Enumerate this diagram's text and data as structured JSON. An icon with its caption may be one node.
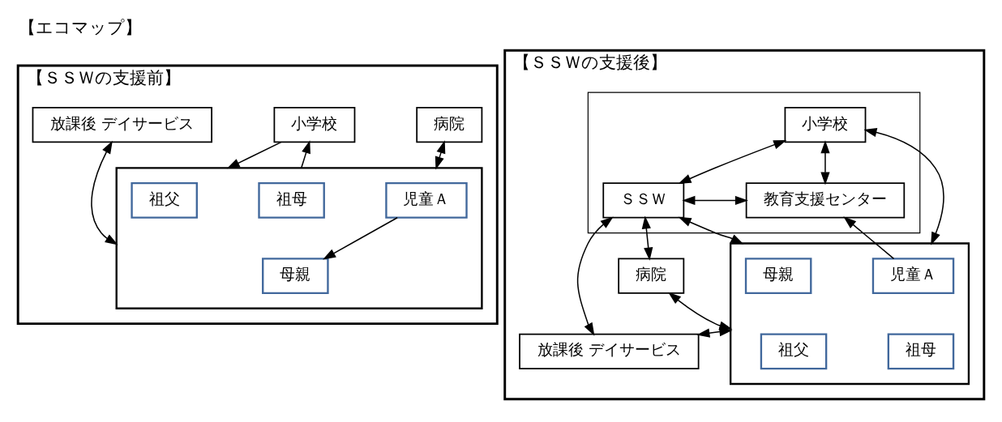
{
  "diagram": {
    "title": "【エコマップ】",
    "nodes": [
      {
        "text": [
          "【ＳＳＷの支援前】"
        ]
      },
      {
        "text": [
          "病院"
        ],
        "in": 0
      },
      {
        "text": [
          "小学校"
        ],
        "in": 0
      },
      {
        "text": [
          "放課後 デイサービス"
        ],
        "in": 0
      },
      {
        "text": [],
        "shape": "box",
        "in": 0
      },
      {
        "text": [
          "児童Ａ"
        ],
        "in": 4
      },
      {
        "text": [
          "祖父"
        ],
        "in": 4
      },
      {
        "text": [
          "祖母"
        ],
        "in": 4
      },
      {
        "text": [
          "母親"
        ],
        "in": 4
      },
      {
        "text": [
          "【ＳＳＷの支援後】"
        ]
      },
      {
        "text": [],
        "shape": "box",
        "in": 9
      },
      {
        "text": [
          "小学校"
        ],
        "in": 10
      },
      {
        "text": [
          "教育支援センター"
        ],
        "in": 10
      },
      {
        "text": [
          "ＳＳＷ"
        ],
        "in": 10
      },
      {
        "text": [],
        "shape": "box",
        "in": 9
      },
      {
        "text": [
          "児童Ａ"
        ],
        "in": 14
      },
      {
        "text": [
          "母親"
        ],
        "in": 14
      },
      {
        "text": [
          "祖父"
        ],
        "in": 14
      },
      {
        "text": [
          "祖母"
        ],
        "in": 14
      },
      {
        "text": [
          "病院"
        ],
        "in": 9
      },
      {
        "text": [
          "放課後 デイサービス"
        ],
        "in": 9
      }
    ],
    "edges": [
      {
        "from": 1,
        "to": 4,
        "arrow": "both"
      },
      {
        "from": 2,
        "to": 4,
        "arrow": "to"
      },
      {
        "from": 4,
        "to": 2,
        "arrow": "to"
      },
      {
        "from": 3,
        "to": 4,
        "arrow": "both"
      },
      {
        "from": 5,
        "to": 8,
        "arrow": "to"
      },
      {
        "from": 12,
        "to": 11,
        "arrow": "both"
      },
      {
        "from": 11,
        "to": 13,
        "arrow": "both"
      },
      {
        "from": 12,
        "to": 13,
        "arrow": "both"
      },
      {
        "from": 15,
        "to": 12,
        "arrow": "to"
      },
      {
        "from": 14,
        "to": 11,
        "arrow": "both"
      },
      {
        "from": 14,
        "to": 13,
        "arrow": "both"
      },
      {
        "from": 13,
        "to": 19,
        "arrow": "both"
      },
      {
        "from": 13,
        "to": 20,
        "arrow": "both"
      },
      {
        "from": 14,
        "to": 19,
        "arrow": "both"
      },
      {
        "from": 14,
        "to": 20,
        "arrow": "both"
      }
    ]
  }
}
